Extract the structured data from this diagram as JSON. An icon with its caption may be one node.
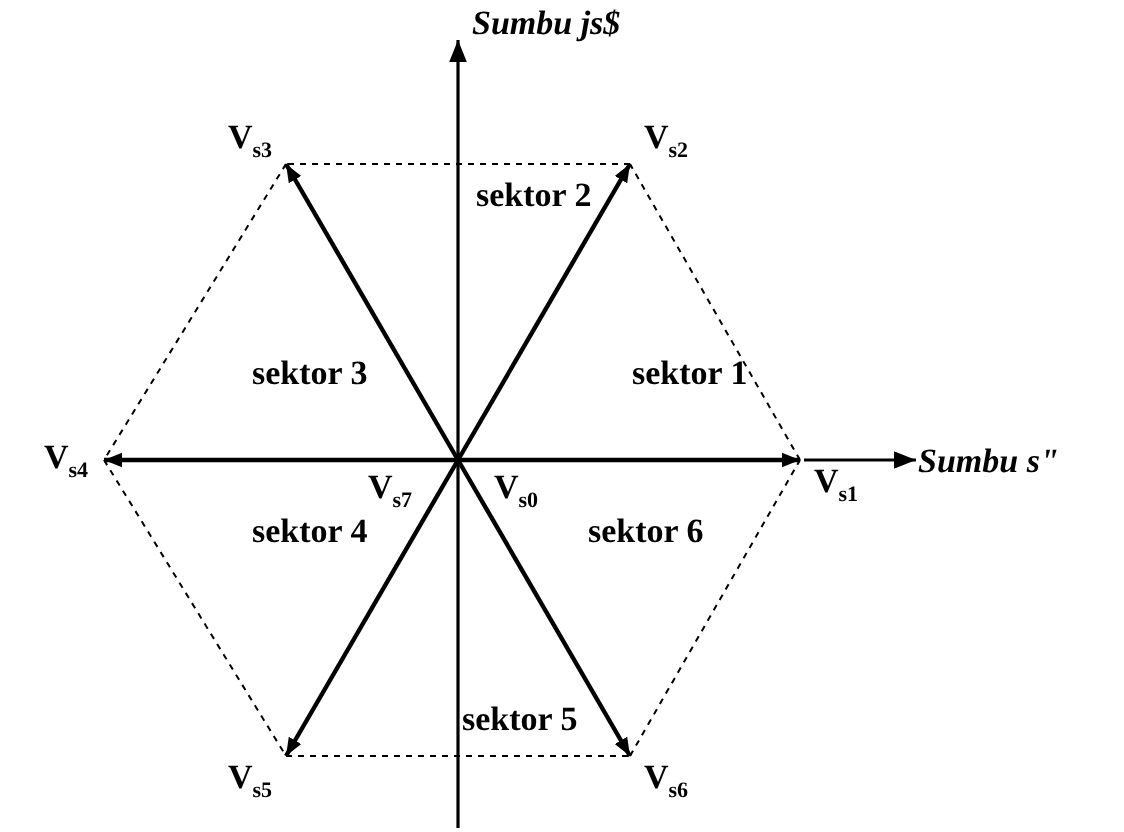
{
  "diagram": {
    "nodes": [
      {
        "text": [
          "V$_{s3}$"
        ]
      },
      {
        "text": [
          "V$_{s2}$"
        ]
      },
      {
        "text": [
          "V$_{s4}$"
        ]
      },
      {
        "text": [
          "V$_{s1}$"
        ]
      },
      {
        "text": [
          "V$_{s5}$"
        ]
      },
      {
        "text": [
          "V$_{s6}$"
        ]
      }
    ],
    "edges": [
      {
        "from": null,
        "to": 3,
        "arrow": "to"
      },
      {
        "from": null,
        "to": 1,
        "arrow": "to"
      },
      {
        "from": null,
        "to": 0,
        "arrow": "to"
      },
      {
        "from": null,
        "to": 2,
        "arrow": "to"
      },
      {
        "from": null,
        "to": 4,
        "arrow": "to"
      },
      {
        "from": null,
        "to": 5,
        "arrow": "to"
      },
      {
        "from": 3,
        "to": 1,
        "arrow": "none",
        "style": "dashed"
      },
      {
        "from": 1,
        "to": 0,
        "arrow": "none",
        "style": "dashed"
      },
      {
        "from": 0,
        "to": 2,
        "arrow": "none",
        "style": "dashed"
      },
      {
        "from": 2,
        "to": 4,
        "arrow": "none",
        "style": "dashed"
      },
      {
        "from": 4,
        "to": 5,
        "arrow": "none",
        "style": "dashed"
      },
      {
        "from": 5,
        "to": 3,
        "arrow": "none",
        "style": "dashed"
      }
    ],
    "labels": [
      "Sumbu js$",
      "sektor 2",
      "sektor 3",
      "sektor 1",
      "Sumbu s\"",
      "V$_{s7}$",
      "V$_{s0}$",
      "sektor 4",
      "sektor 6",
      "sektor 5"
    ]
  }
}
